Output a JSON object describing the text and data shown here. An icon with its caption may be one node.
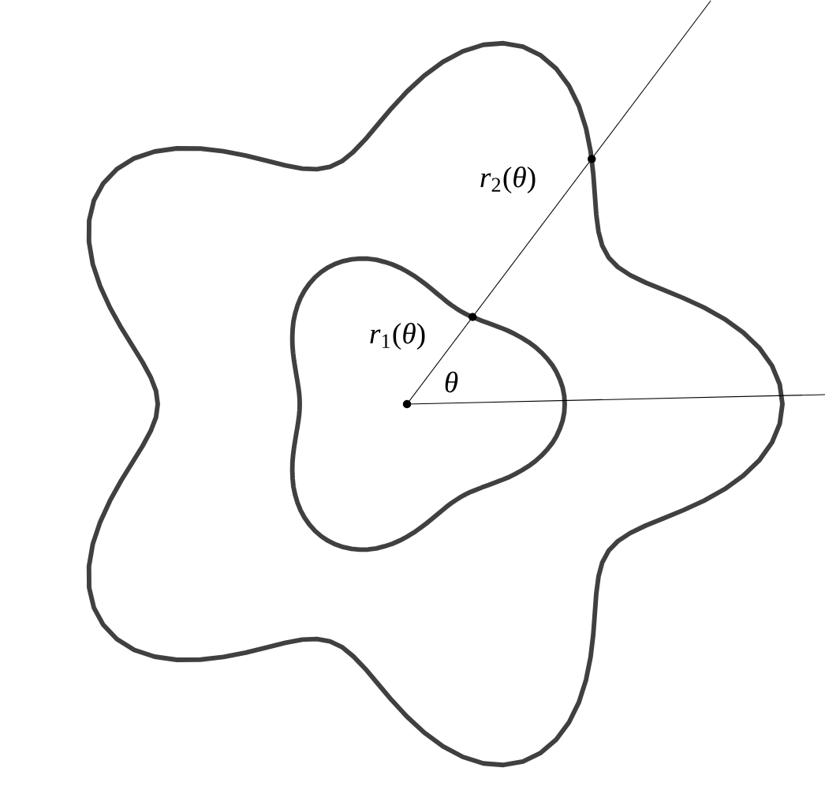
{
  "diagram": {
    "labels": [
      "*r*$_{2}$(*θ*)",
      "*r*$_{1}$(*θ*)",
      "*θ*"
    ]
  }
}
